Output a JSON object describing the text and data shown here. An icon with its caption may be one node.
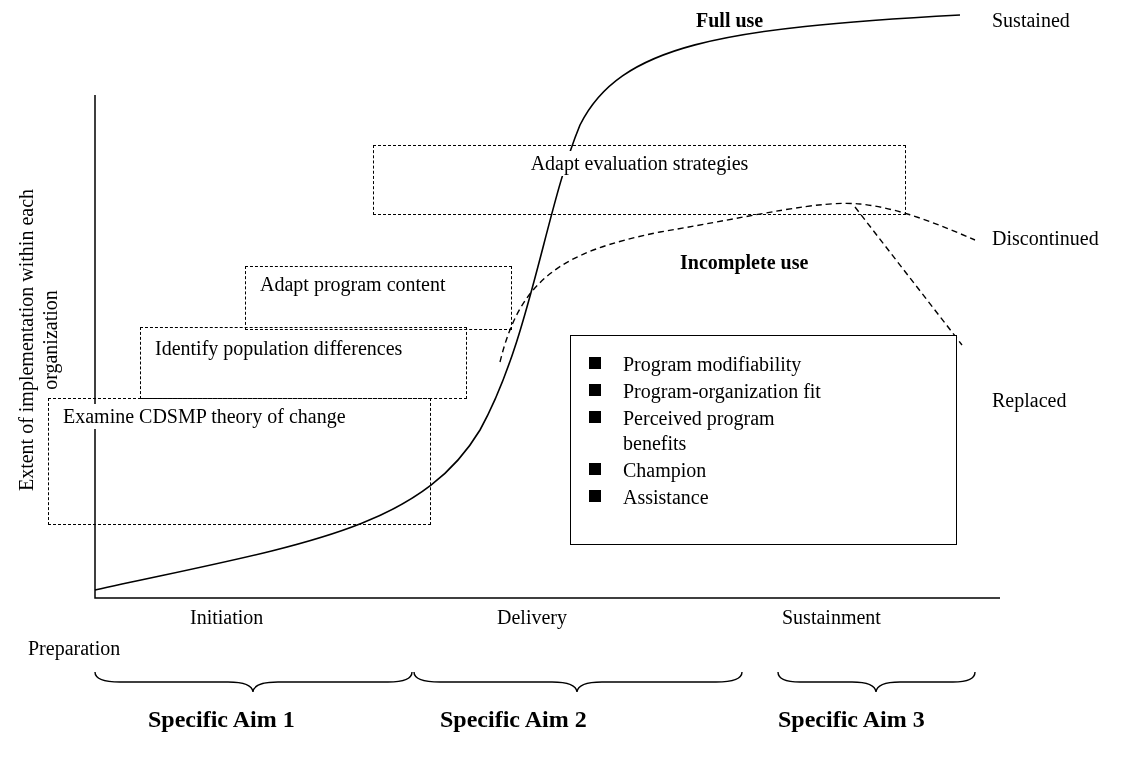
{
  "diagram": {
    "nodes": [
      {
        "text": [
          "Adapt evaluation strategies"
        ]
      },
      {
        "text": [
          "Adapt program content"
        ]
      },
      {
        "text": [
          "Identify population differences"
        ]
      },
      {
        "text": [
          "Examine CDSMP theory of change"
        ]
      },
      {
        "text": [
          "Program modifiability",
          "Program-organization fit",
          "Perceived program benefits",
          "Champion",
          "Assistance"
        ]
      }
    ],
    "labels": [
      "Full use",
      "Sustained",
      "Extent of implementation within each organization",
      "Discontinued",
      "Incomplete use",
      "Replaced",
      "Initiation",
      "Delivery",
      "Sustainment",
      "Preparation",
      "Specific Aim 1",
      "Specific Aim 2",
      "Specific Aim 3"
    ]
  }
}
